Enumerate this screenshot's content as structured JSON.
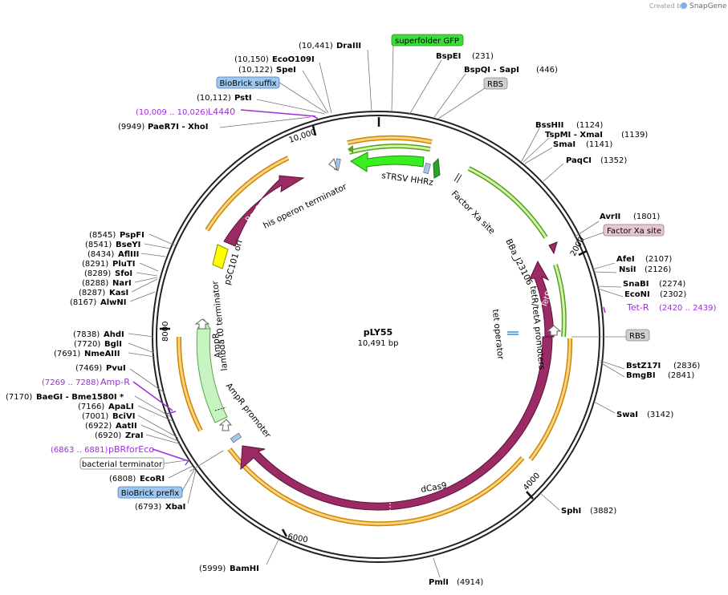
{
  "branding": {
    "created_by": "Created by",
    "app_name": "SnapGene"
  },
  "plasmid": {
    "name": "pLY55",
    "length_text": "10,491 bp"
  },
  "ticks": [
    {
      "label": "10,000"
    },
    {
      "label": "2000"
    },
    {
      "label": "4000"
    },
    {
      "label": "6000"
    },
    {
      "label": "8000"
    }
  ],
  "sites": [
    {
      "pos": "(10,441)",
      "name": "DraIII"
    },
    {
      "pos": "(231)",
      "name": "BspEI"
    },
    {
      "pos": "(446)",
      "name": "BspQI - SapI"
    },
    {
      "pos": "(10,150)",
      "name": "EcoO109I"
    },
    {
      "pos": "(10,122)",
      "name": "SpeI"
    },
    {
      "pos": "(10,112)",
      "name": "PstI"
    },
    {
      "pos": "(9949)",
      "name": "PaeR7I - XhoI"
    },
    {
      "pos": "(1124)",
      "name": "BssHII"
    },
    {
      "pos": "(1139)",
      "name": "TspMI - XmaI"
    },
    {
      "pos": "(1141)",
      "name": "SmaI"
    },
    {
      "pos": "(1352)",
      "name": "PaqCI"
    },
    {
      "pos": "(1801)",
      "name": "AvrII"
    },
    {
      "pos": "(2107)",
      "name": "AfeI"
    },
    {
      "pos": "(2126)",
      "name": "NsiI"
    },
    {
      "pos": "(2274)",
      "name": "SnaBI"
    },
    {
      "pos": "(2302)",
      "name": "EcoNI"
    },
    {
      "pos": "(2836)",
      "name": "BstZ17I"
    },
    {
      "pos": "(2841)",
      "name": "BmgBI"
    },
    {
      "pos": "(3142)",
      "name": "SwaI"
    },
    {
      "pos": "(3882)",
      "name": "SphI"
    },
    {
      "pos": "(4914)",
      "name": "PmlI"
    },
    {
      "pos": "(5999)",
      "name": "BamHI"
    },
    {
      "pos": "(8545)",
      "name": "PspFI"
    },
    {
      "pos": "(8541)",
      "name": "BseYI"
    },
    {
      "pos": "(8434)",
      "name": "AflIII"
    },
    {
      "pos": "(8291)",
      "name": "PluTI"
    },
    {
      "pos": "(8289)",
      "name": "SfoI"
    },
    {
      "pos": "(8288)",
      "name": "NarI"
    },
    {
      "pos": "(8287)",
      "name": "KasI"
    },
    {
      "pos": "(8167)",
      "name": "AlwNI"
    },
    {
      "pos": "(7838)",
      "name": "AhdI"
    },
    {
      "pos": "(7720)",
      "name": "BglI"
    },
    {
      "pos": "(7691)",
      "name": "NmeAIII"
    },
    {
      "pos": "(7469)",
      "name": "PvuI"
    },
    {
      "pos": "(7170)",
      "name": "BaeGI - Bme1580I *"
    },
    {
      "pos": "(7166)",
      "name": "ApaLI"
    },
    {
      "pos": "(7001)",
      "name": "BciVI"
    },
    {
      "pos": "(6922)",
      "name": "AatII"
    },
    {
      "pos": "(6920)",
      "name": "ZraI"
    },
    {
      "pos": "(6808)",
      "name": "EcoRI"
    },
    {
      "pos": "(6793)",
      "name": "XbaI"
    }
  ],
  "primers": [
    {
      "pos": "(10,009 .. 10,026)",
      "name": "L4440"
    },
    {
      "pos": "(2420 .. 2439)",
      "name": "Tet-R"
    },
    {
      "pos": "(7269 .. 7288)",
      "name": "Amp-R"
    },
    {
      "pos": "(6863 .. 6881)",
      "name": "pBRforEco"
    }
  ],
  "boxed_labels": [
    {
      "text": "superfolder GFP",
      "color": "#3ddc3d"
    },
    {
      "text": "RBS",
      "color": "#cfcfcf"
    },
    {
      "text": "BioBrick suffix",
      "color": "#9ec8f2"
    },
    {
      "text": "Factor Xa site",
      "color": "#e7c6d6"
    },
    {
      "text": "RBS",
      "color": "#cfcfcf"
    },
    {
      "text": "bacterial terminator",
      "color": "#ffffff"
    },
    {
      "text": "BioBrick prefix",
      "color": "#9ec8f2"
    }
  ],
  "features": {
    "strsv": "sTRSV HHRz",
    "factor_xa": "Factor Xa site",
    "his_term": "his operon terminator",
    "rep101": "Rep101",
    "psc101": "pSC101 ori",
    "lambda_t0": "lambda t0 terminator",
    "ampr": "AmpR",
    "ampr_promoter": "AmpR promoter",
    "dcas9": "dCas9",
    "tetr": "TetR",
    "bba": "BBa_J23106",
    "tet_promoters": "tetR/tetA promoters",
    "tet_operator": "tet operator"
  },
  "colors": {
    "dcas9": "#9c2a64",
    "gfp": "#39ef20",
    "ampr": "#c6f4c0",
    "ori": "#ffff00",
    "primer": "#9b30d9",
    "orf_fill": "#ffd37a",
    "orf_edge": "#c9860a"
  }
}
